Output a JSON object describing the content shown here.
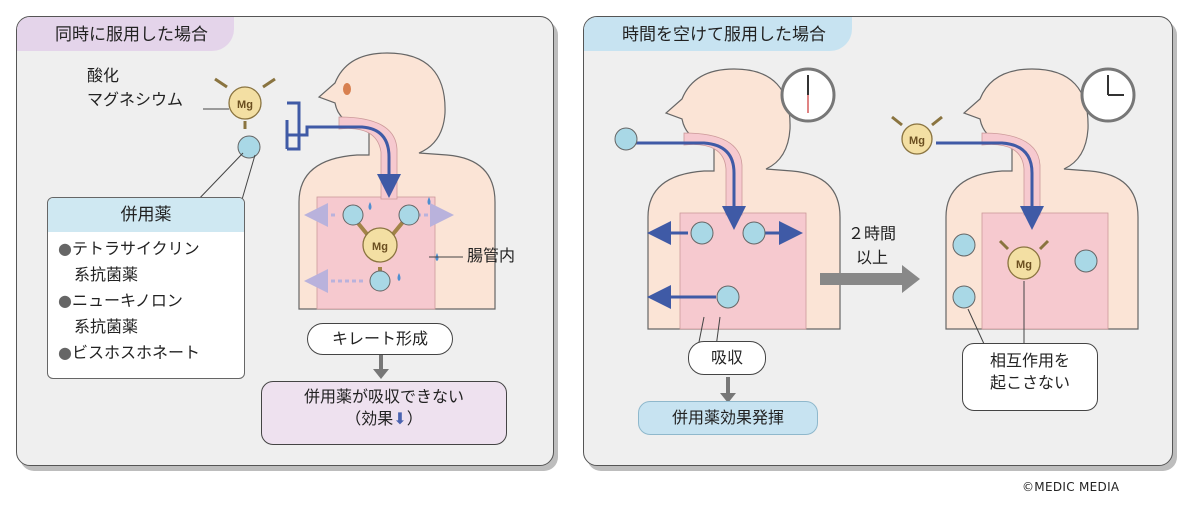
{
  "left_panel": {
    "title": "同時に服用した場合",
    "magnesium_label_1": "酸化",
    "magnesium_label_2": "マグネシウム",
    "mg_symbol": "Mg",
    "drug_box": {
      "header": "併用薬",
      "items": [
        {
          "line1": "テトラサイクリン",
          "line2": "系抗菌薬"
        },
        {
          "line1": "ニューキノロン",
          "line2": "系抗菌薬"
        },
        {
          "line1": "ビスホスホネート",
          "line2": ""
        }
      ]
    },
    "intestine_label": "腸管内",
    "chelate_label": "キレート形成",
    "result_line1": "併用薬が吸収できない",
    "result_line2_prefix": "（効果",
    "result_line2_suffix": "）",
    "result_arrow_icon": "down-arrow-icon"
  },
  "right_panel": {
    "title": "時間を空けて服用した場合",
    "interval_line1": "２時間",
    "interval_line2": "以上",
    "absorb_label": "吸収",
    "effect_label": "併用薬効果発揮",
    "no_interaction_line1": "相互作用を",
    "no_interaction_line2": "起こさない",
    "mg_symbol": "Mg"
  },
  "copyright": "©MEDIC MEDIA",
  "colors": {
    "left_title_bg": "#e4d4ea",
    "right_title_bg": "#c7e3f1",
    "path_blue": "#3f5aa6",
    "body_skin": "#fbe4d6",
    "gut_pink": "#f6c9cf",
    "drug_blue": "#a9d8e6",
    "mg_tan": "#f3dfa3"
  }
}
